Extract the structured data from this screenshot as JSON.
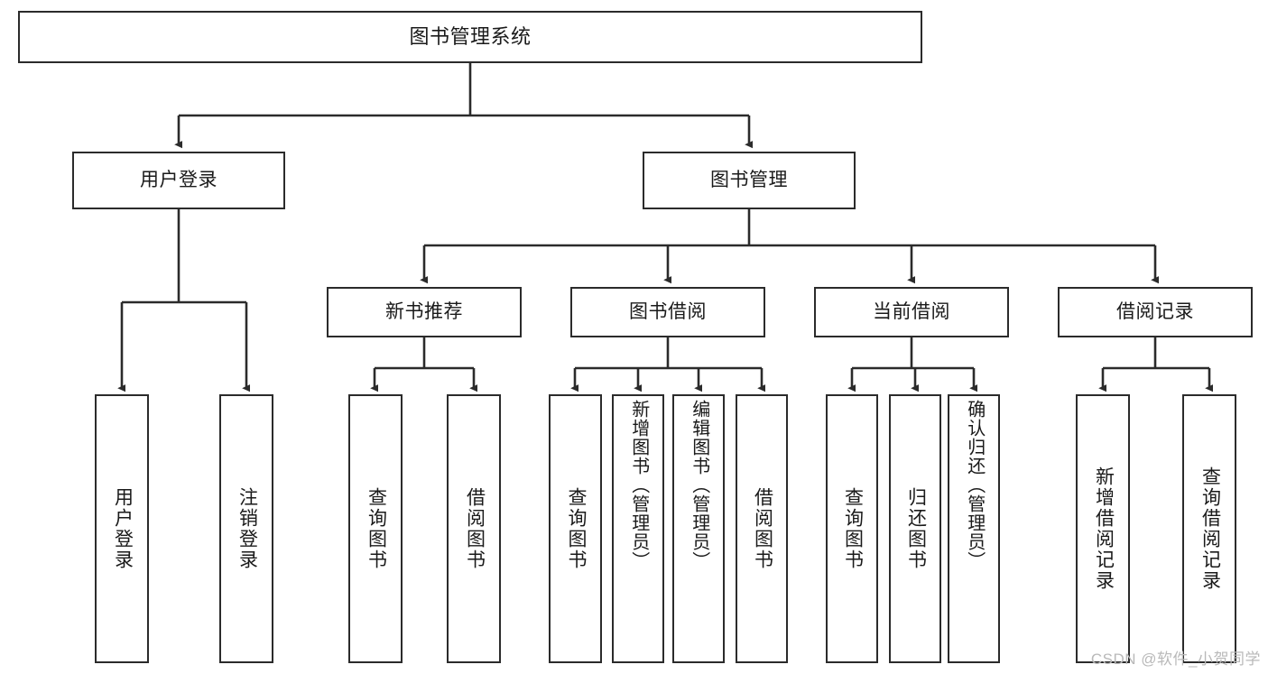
{
  "diagram": {
    "type": "tree-hierarchy-flowchart",
    "title": "图书管理系统",
    "colors": {
      "stroke": "#2b2b2b",
      "fill": "#ffffff",
      "text": "#1a1a1a",
      "watermark": "#b9b9b9",
      "background": "#ffffff"
    },
    "tier1": {
      "label": "图书管理系统"
    },
    "tier2": [
      {
        "label": "用户登录"
      },
      {
        "label": "图书管理"
      }
    ],
    "tier3": [
      {
        "label": "新书推荐"
      },
      {
        "label": "图书借阅"
      },
      {
        "label": "当前借阅"
      },
      {
        "label": "借阅记录"
      }
    ],
    "leaves": {
      "user_login": [
        {
          "label": "用户登录"
        },
        {
          "label": "注销登录"
        }
      ],
      "new_book_recommend": [
        {
          "label": "查询图书"
        },
        {
          "label": "借阅图书"
        }
      ],
      "book_borrow": [
        {
          "label": "查询图书"
        },
        {
          "label": "新增图书（管理员）"
        },
        {
          "label": "编辑图书（管理员）"
        },
        {
          "label": "借阅图书"
        }
      ],
      "current_borrow": [
        {
          "label": "查询图书"
        },
        {
          "label": "归还图书"
        },
        {
          "label": "确认归还（管理员）"
        }
      ],
      "borrow_record": [
        {
          "label": "新增借阅记录"
        },
        {
          "label": "查询借阅记录"
        }
      ]
    }
  },
  "watermark": {
    "text": "CSDN @软件_小贺同学"
  }
}
